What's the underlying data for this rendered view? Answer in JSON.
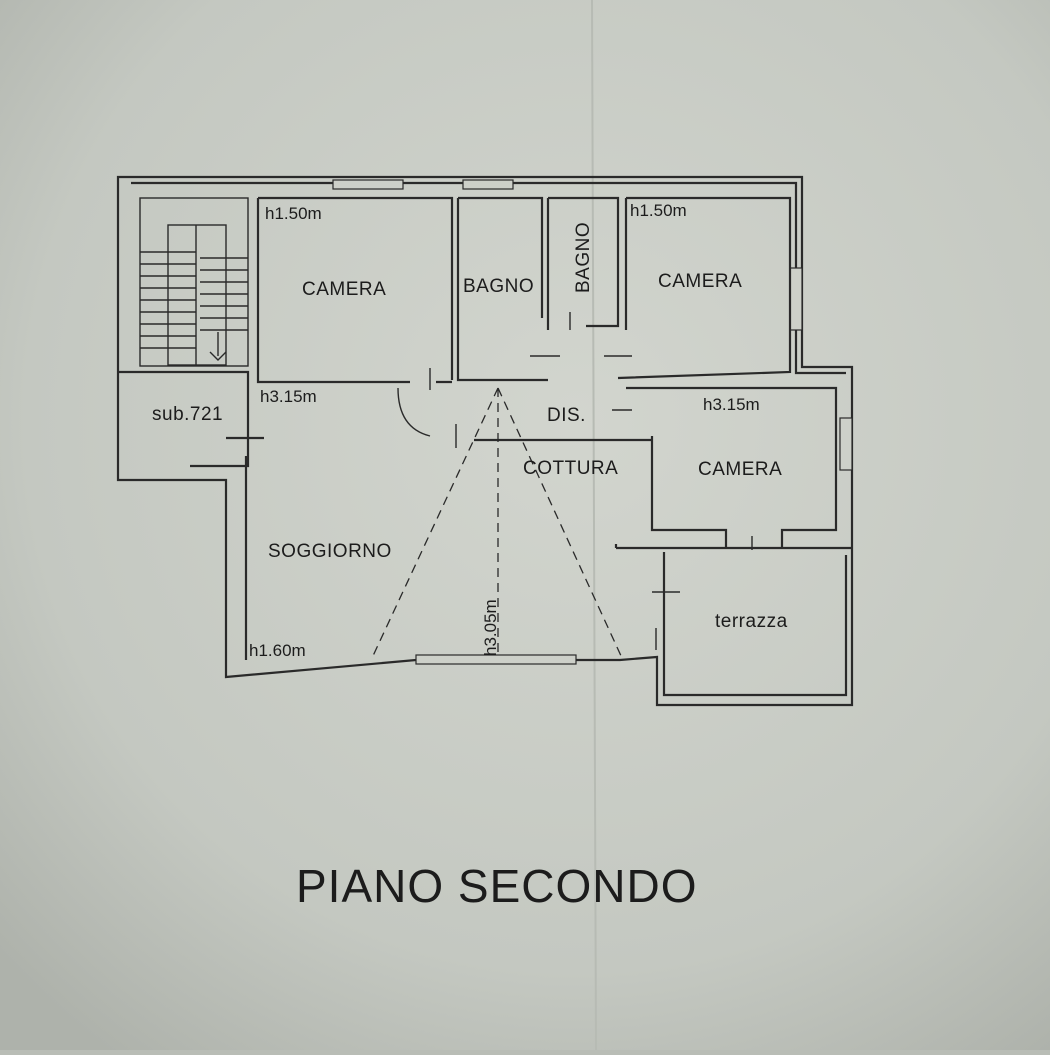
{
  "plan": {
    "title": "PIANO SECONDO",
    "rooms": {
      "camera_top_left": "CAMERA",
      "bagno_1": "BAGNO",
      "bagno_2": "BAGNO",
      "camera_top_right": "CAMERA",
      "sub": "sub.721",
      "dis": "DIS.",
      "cottura": "COTTURA",
      "camera_right": "CAMERA",
      "soggiorno": "SOGGIORNO",
      "terrazza": "terrazza"
    },
    "heights": {
      "camera_top_left": "h1.50m",
      "camera_top_right": "h1.50m",
      "soggiorno_top": "h3.15m",
      "camera_right": "h3.15m",
      "soggiorno_bottom": "h1.60m",
      "ridge": "h3.05m"
    }
  },
  "colors": {
    "paper": "#cdd0c9",
    "ink": "#2a2a2a"
  }
}
